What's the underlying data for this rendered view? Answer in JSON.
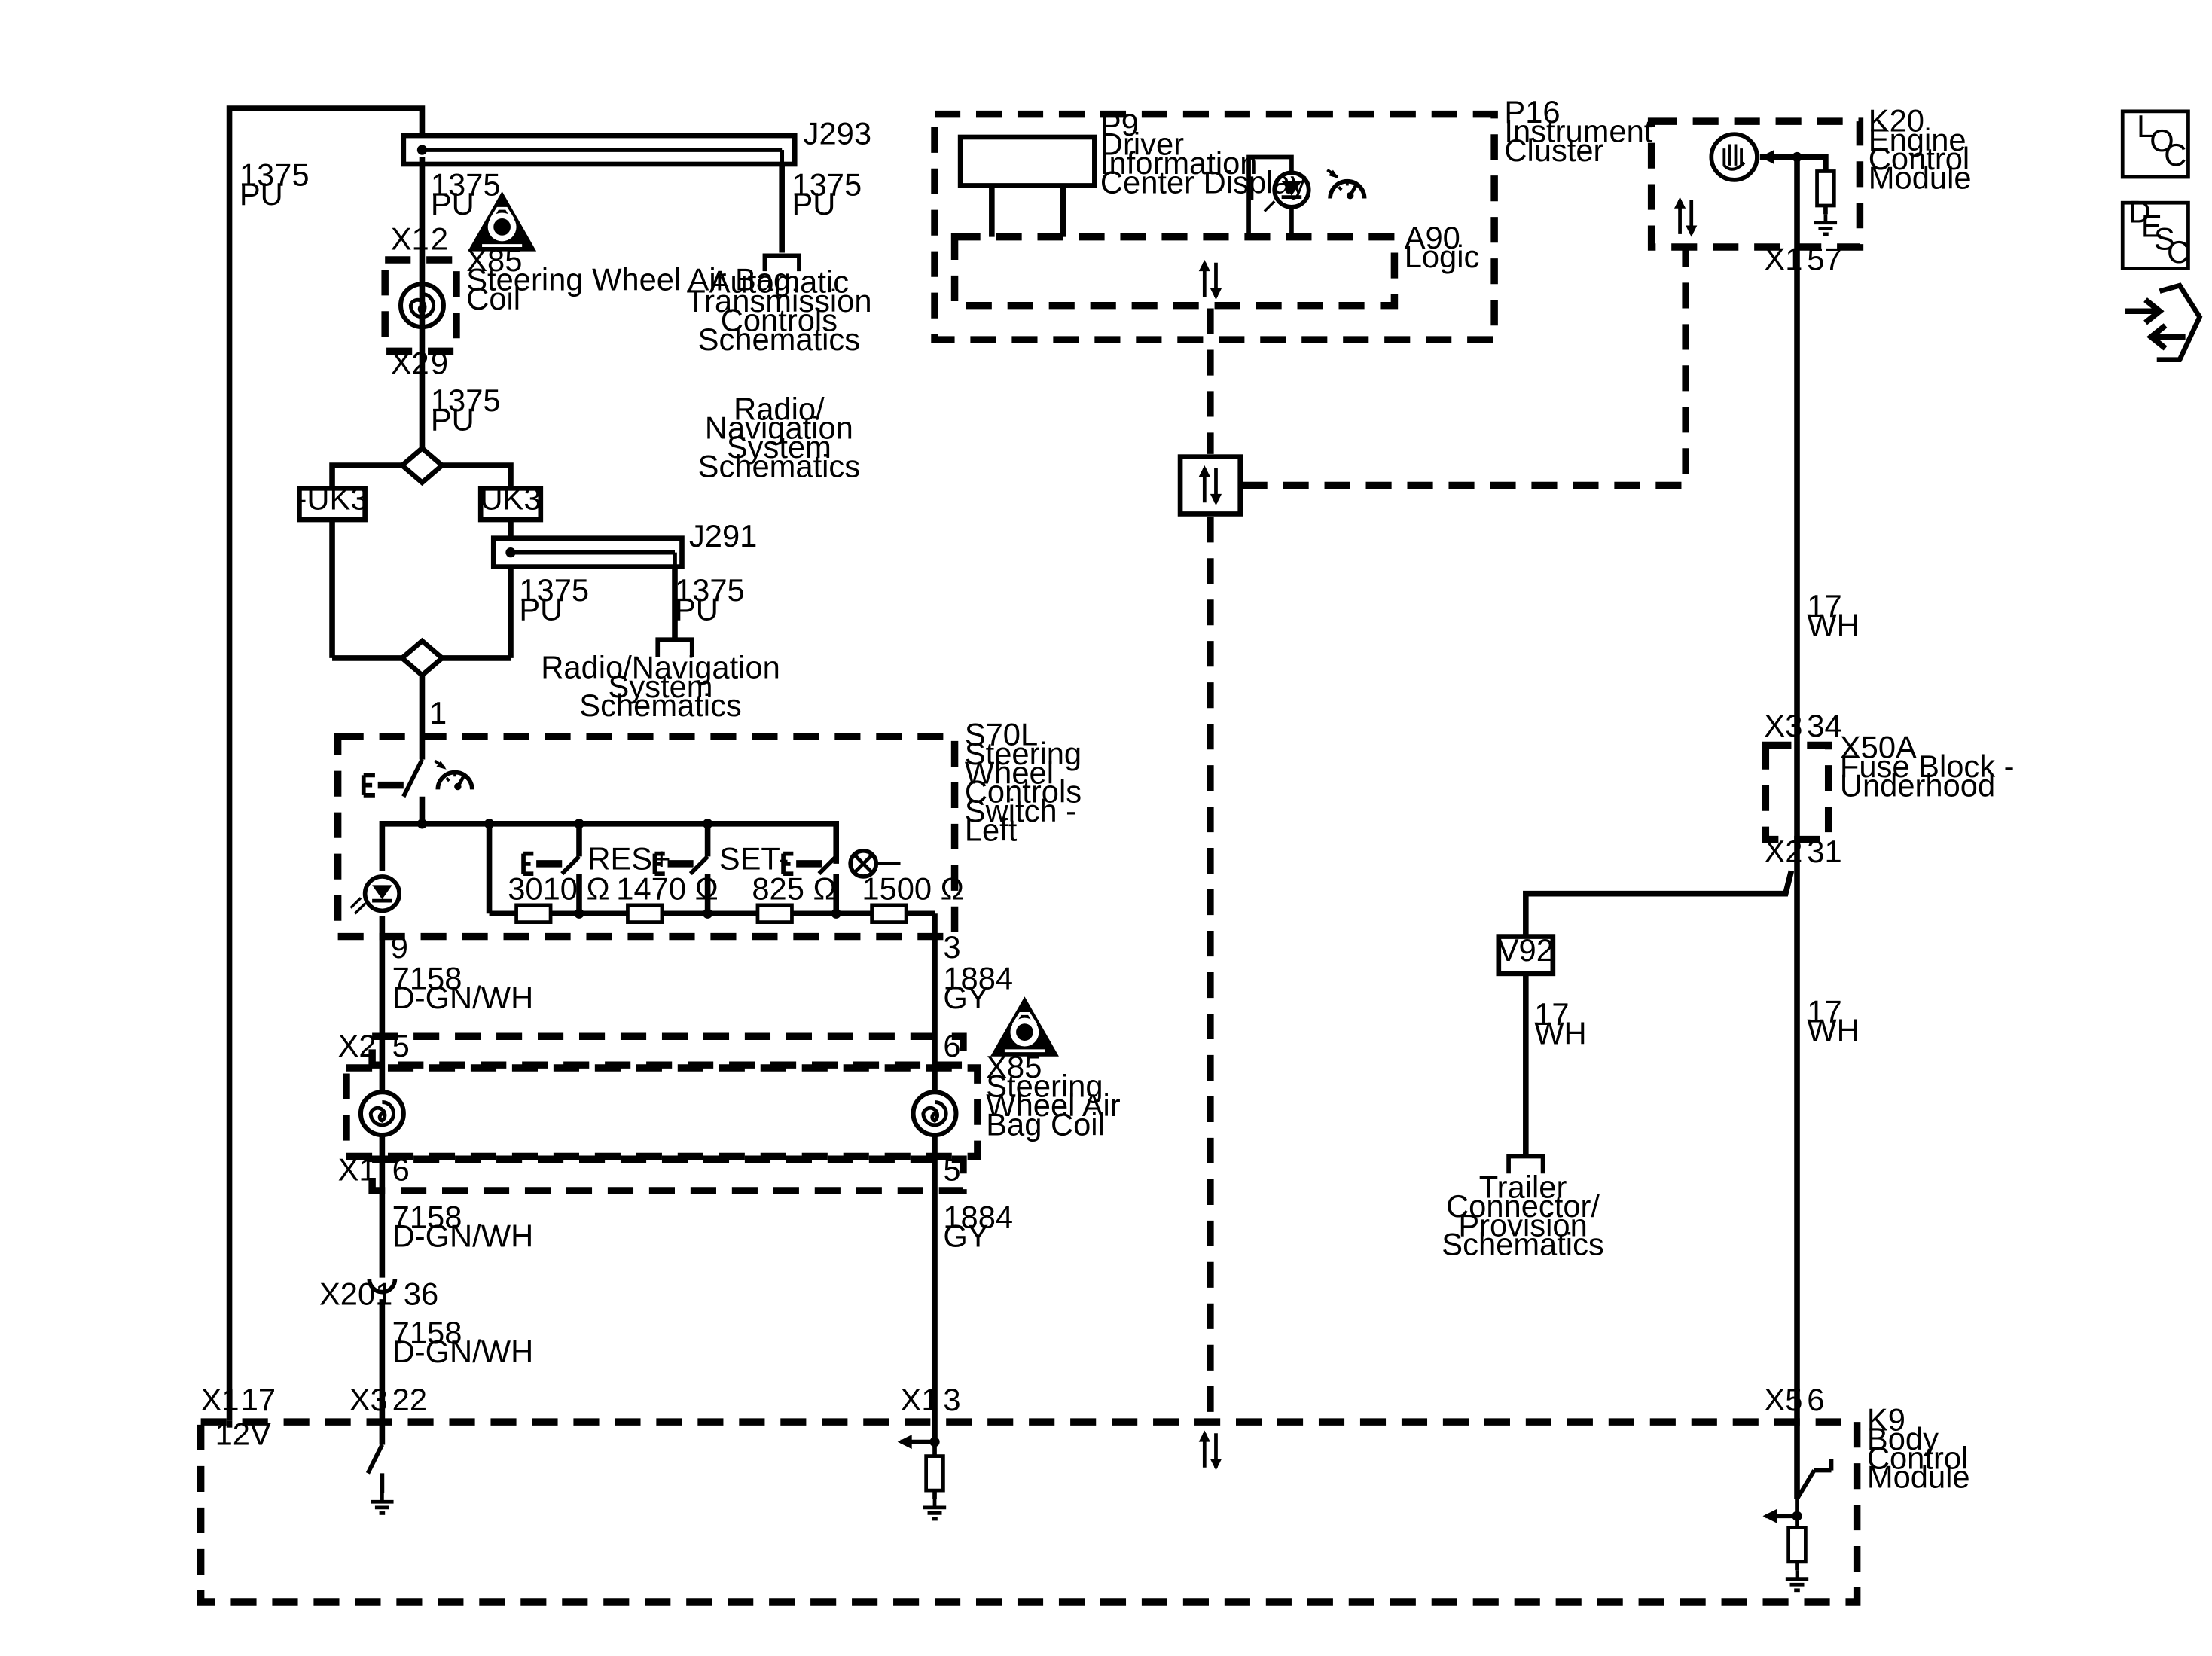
{
  "nav": {
    "loc": [
      "L",
      "O",
      "C"
    ],
    "desc": [
      "D",
      "E",
      "S",
      "C"
    ]
  },
  "components": {
    "k20": "K20\nEngine\nControl\nModule",
    "p16": "P16\nInstrument\nCluster",
    "p9": "P9\nDriver\nInformation\nCenter Display",
    "a90": "A90\nLogic",
    "x85_top": "X85\nSteering Wheel Air Bag\nCoil",
    "x85_bottom": "X85\nSteering\nWheel Air\nBag Coil",
    "s70l": "S70L\nSteering\nWheel\nControls\nSwitch -\nLeft",
    "x50a": "X50A\nFuse Block -\nUnderhood",
    "k9": "K9\nBody\nControl\nModule",
    "uk3_neg": "-UK3",
    "uk3": "UK3",
    "v92": "V92",
    "x201": "X201"
  },
  "references": {
    "auto_trans": "Automatic\nTransmission\nControls\nSchematics",
    "radio_nav_1": "Radio/\nNavigation\nSystem\nSchematics",
    "radio_nav_2": "Radio/Navigation\nSystem\nSchematics",
    "trailer": "Trailer\nConnector/\nProvision\nSchematics"
  },
  "splices": {
    "j293": "J293",
    "j291": "J291"
  },
  "switch_labels": {
    "res": "RES+",
    "set": "SET-"
  },
  "resistors": [
    "3010 Ω",
    "1470 Ω",
    "825 Ω",
    "1500 Ω"
  ],
  "k9_voltage": "12V",
  "wires": {
    "w1375": "1375\nPU",
    "w7158": "7158\nD-GN/WH",
    "w1884": "1884\nGY",
    "w17": "17\nWH"
  },
  "connectors": {
    "x1": "X1",
    "x2": "X2",
    "x3": "X3",
    "x5": "X5",
    "p1": "1",
    "p2": "2",
    "p3": "3",
    "p5": "5",
    "p6": "6",
    "p9": "9",
    "p17": "17",
    "p22": "22",
    "p31": "31",
    "p34": "34",
    "p36": "36",
    "p57": "57"
  }
}
